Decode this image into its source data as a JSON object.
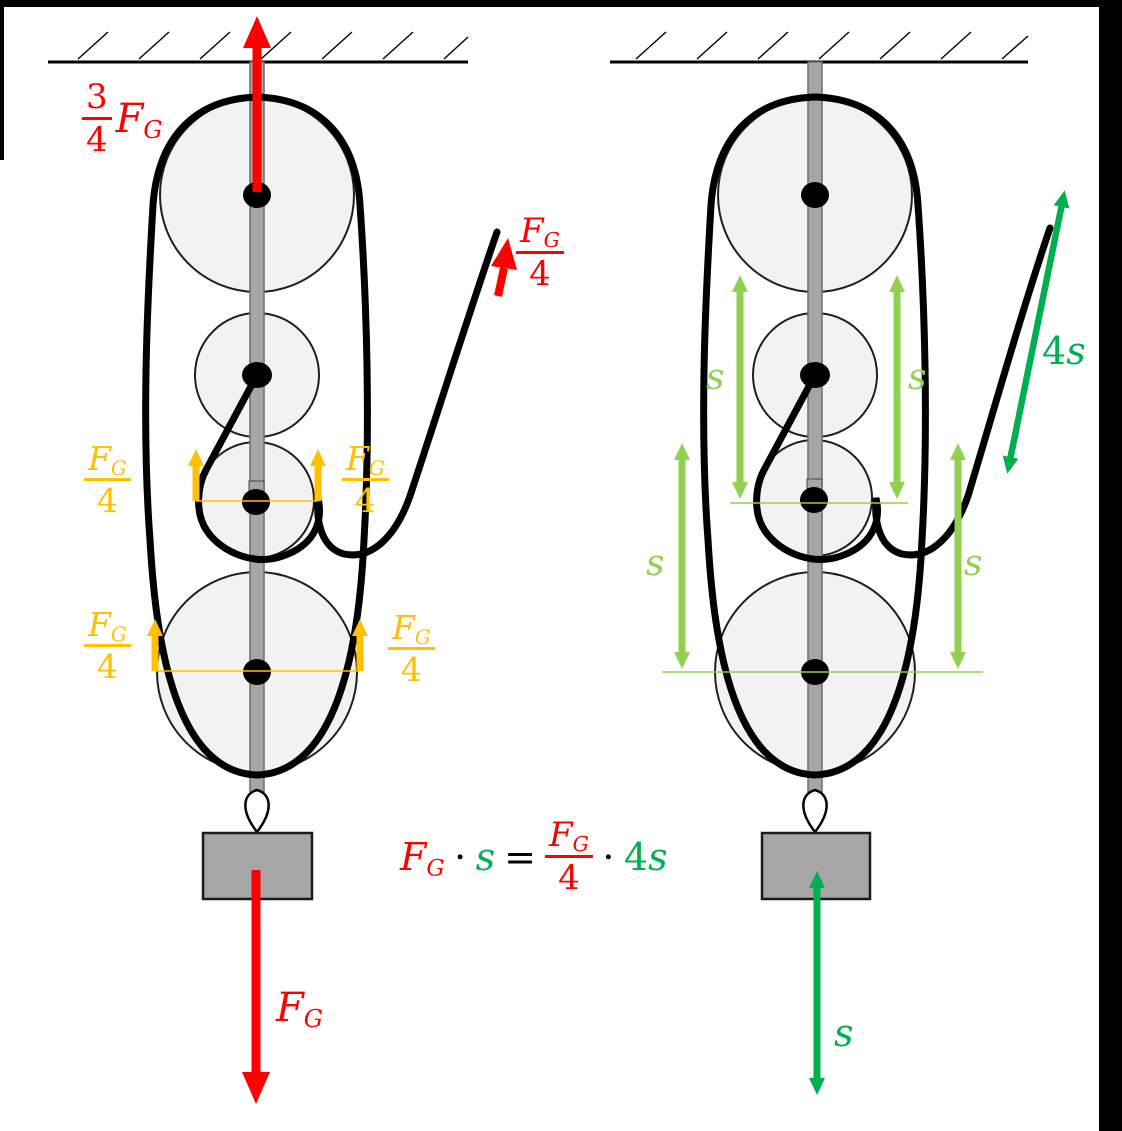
{
  "colors": {
    "force_red": "#FF0000",
    "strand_force_yellow": "#FFC000",
    "distance_light_green": "#92D050",
    "distance_dark_green": "#00B050",
    "pulley_fill": "#F2F2F2",
    "metal_gray": "#A6A6A6",
    "rope_black": "#000000"
  },
  "sym": {
    "F": "F",
    "G": "G",
    "three": "3",
    "four": "4",
    "s": "s",
    "dot": "⋅",
    "equals": "="
  },
  "left_system": {
    "view": "forces on block and tackle",
    "ceiling_anchor_force": "3/4 F_G",
    "strand_forces": [
      "F_G/4",
      "F_G/4",
      "F_G/4",
      "F_G/4"
    ],
    "free_end_force": "F_G/4",
    "load_force": "F_G"
  },
  "right_system": {
    "view": "distances on block and tackle",
    "strand_distances": [
      "s",
      "s",
      "s",
      "s"
    ],
    "free_end_distance": "4s",
    "load_distance": "s"
  },
  "equation": "F_G ⋅ s = F_G/4 ⋅ 4s"
}
